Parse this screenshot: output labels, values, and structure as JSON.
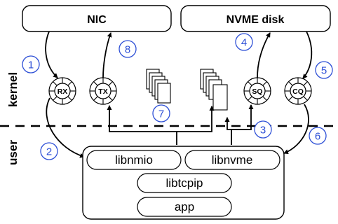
{
  "nodes": {
    "nic": "NIC",
    "nvme": "NVME disk",
    "libnmio": "libnmio",
    "libnvme": "libnvme",
    "libtcpip": "libtcpip",
    "app": "app"
  },
  "rings": {
    "rx": "RX",
    "tx": "TX",
    "sq": "SQ",
    "cq": "CQ"
  },
  "regions": {
    "kernel": "kernel",
    "user": "user"
  },
  "steps": [
    "1",
    "2",
    "3",
    "4",
    "5",
    "6",
    "7",
    "8"
  ],
  "colors": {
    "step_accent": "#2d4fd6",
    "line": "#000000"
  }
}
